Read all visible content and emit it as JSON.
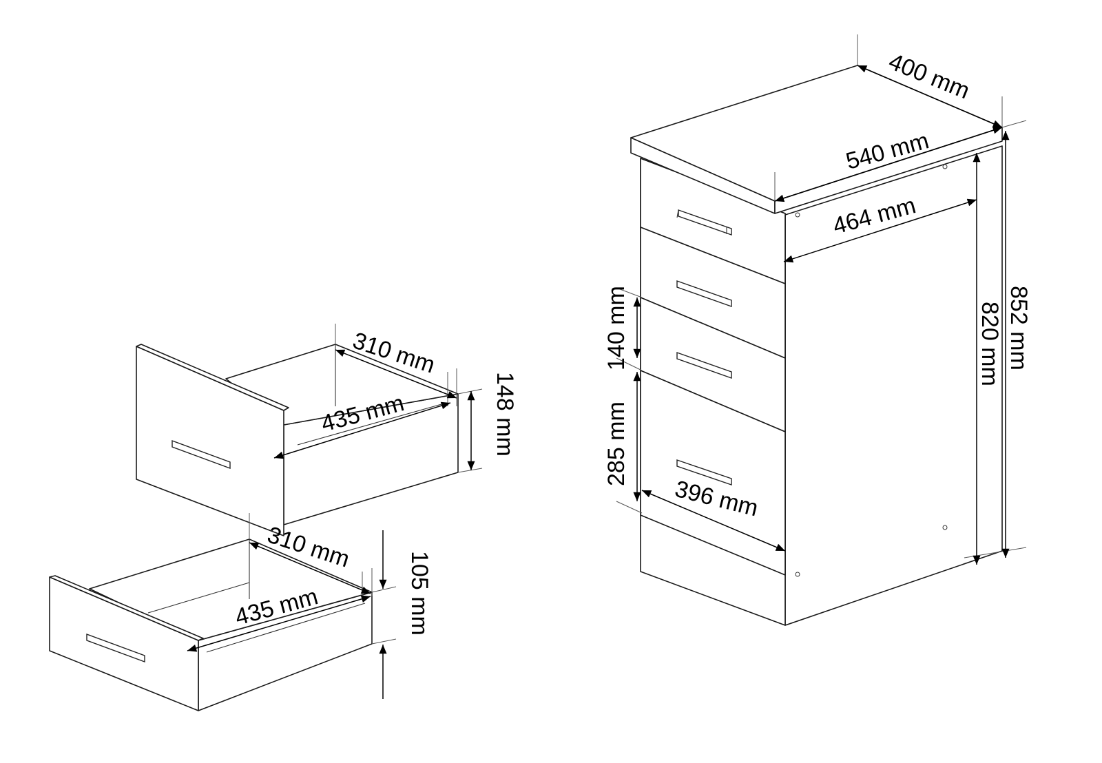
{
  "cabinet": {
    "top_depth": "400 mm",
    "top_width": "540 mm",
    "body_depth": "464 mm",
    "total_height": "852 mm",
    "body_height": "820 mm",
    "upper_drawer_height": "140 mm",
    "lower_drawer_height": "285 mm",
    "inner_width": "396 mm"
  },
  "upper_drawer": {
    "depth": "310 mm",
    "length": "435 mm",
    "height": "148 mm"
  },
  "lower_drawer": {
    "depth": "310 mm",
    "length": "435 mm",
    "height": "105 mm"
  }
}
